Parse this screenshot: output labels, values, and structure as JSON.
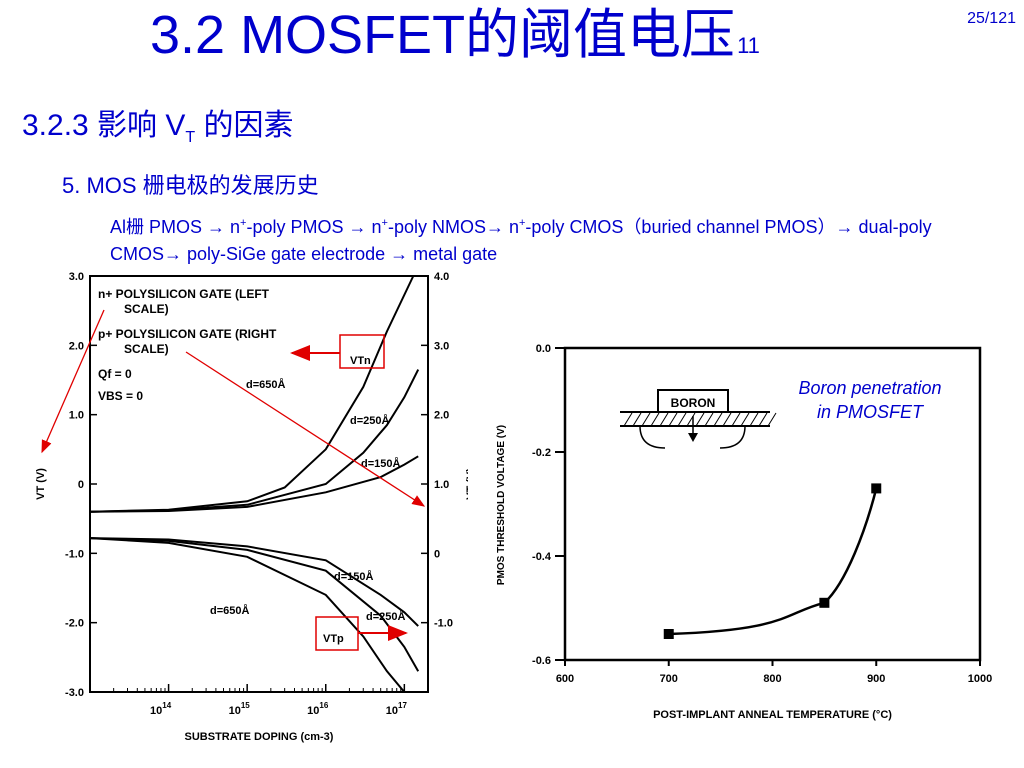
{
  "slide": {
    "title": "3.2  MOSFET的阈值电压",
    "title_sup": "11",
    "page_number": "25/121",
    "subtitle_pre": "3.2.3  影响 V",
    "subtitle_sub": "T",
    "subtitle_post": " 的因素",
    "item": "5. MOS 栅电极的发展历史",
    "body_parts": [
      "Al栅 PMOS ",
      "→",
      " n",
      "+",
      "-poly PMOS ",
      "→",
      " n",
      "+",
      "-poly NMOS",
      "→",
      " n",
      "+",
      "-poly CMOS（buried channel PMOS）",
      "→",
      " dual-poly CMOS",
      "→",
      " poly-SiGe gate electrode ",
      "→",
      " metal gate"
    ],
    "note_line1": "Boron penetration",
    "note_line2": "in PMOSFET"
  },
  "colors": {
    "accent": "#0000cc",
    "arrow": "#e00000",
    "curve": "#000000"
  },
  "left_figure": {
    "legend": [
      "n+ POLYSILICON GATE (LEFT",
      "SCALE)",
      "p+ POLYSILICON GATE (RIGHT",
      "SCALE)",
      "Qf = 0",
      "VBS = 0"
    ],
    "xlabel": "SUBSTRATE DOPING (cm-3)",
    "ylabel_left": "VT (V)",
    "ylabel_right": "VT (V)",
    "labels": {
      "vtn": "VTn",
      "vtp": "VTp",
      "d650a": "d=650Å",
      "d250a": "d=250Å",
      "d150a": "d=150Å",
      "d150b": "d=150Å",
      "d650b": "d=650Å",
      "d250b": "d=250Å"
    }
  },
  "chart_data": [
    {
      "type": "line",
      "title": "",
      "xlabel": "SUBSTRATE DOPING (cm-3)",
      "ylabel": "VT (V)",
      "xscale": "log",
      "xlim": [
        10000000000000.0,
        2e+17
      ],
      "ylim": [
        -3.0,
        3.0
      ],
      "ylim_right": [
        -2.0,
        4.0
      ],
      "x_ticks": [
        "10^14",
        "10^15",
        "10^16",
        "10^17"
      ],
      "y_ticks_left": [
        "3.0",
        "2.0",
        "1.0",
        "0",
        "-1.0",
        "-2.0",
        "-3.0"
      ],
      "y_ticks_right": [
        "4.0",
        "3.0",
        "2.0",
        "1.0",
        "0",
        "-1.0"
      ],
      "series": [
        {
          "name": "d=650Å",
          "axis": "left",
          "x": [
            10000000000000.0,
            100000000000000.0,
            1000000000000000.0,
            3000000000000000.0,
            1e+16,
            3e+16,
            6e+16,
            1.3e+17
          ],
          "y": [
            -0.4,
            -0.37,
            -0.25,
            -0.05,
            0.5,
            1.4,
            2.2,
            3.0
          ]
        },
        {
          "name": "d=250Å",
          "axis": "left",
          "x": [
            10000000000000.0,
            100000000000000.0,
            1000000000000000.0,
            1e+16,
            3e+16,
            6e+16,
            1e+17,
            1.5e+17
          ],
          "y": [
            -0.4,
            -0.38,
            -0.3,
            0.0,
            0.45,
            0.85,
            1.25,
            1.65
          ]
        },
        {
          "name": "d=150Å",
          "axis": "left",
          "x": [
            10000000000000.0,
            100000000000000.0,
            1000000000000000.0,
            1e+16,
            5e+16,
            1e+17,
            1.5e+17
          ],
          "y": [
            -0.4,
            -0.39,
            -0.33,
            -0.12,
            0.1,
            0.28,
            0.4
          ]
        },
        {
          "name": "d=150Å",
          "axis": "left",
          "x": [
            10000000000000.0,
            100000000000000.0,
            1000000000000000.0,
            1e+16,
            5e+16,
            1e+17,
            1.5e+17
          ],
          "y": [
            -0.78,
            -0.8,
            -0.9,
            -1.1,
            -1.6,
            -1.85,
            -2.05
          ]
        },
        {
          "name": "d=250Å",
          "axis": "left",
          "x": [
            10000000000000.0,
            100000000000000.0,
            1000000000000000.0,
            1e+16,
            5e+16,
            1e+17,
            1.5e+17
          ],
          "y": [
            -0.78,
            -0.82,
            -0.95,
            -1.25,
            -1.9,
            -2.35,
            -2.7
          ]
        },
        {
          "name": "d=650Å",
          "axis": "left",
          "x": [
            10000000000000.0,
            100000000000000.0,
            1000000000000000.0,
            1e+16,
            3e+16,
            6e+16,
            1e+17
          ],
          "y": [
            -0.78,
            -0.85,
            -1.05,
            -1.6,
            -2.2,
            -2.7,
            -3.0
          ]
        }
      ]
    },
    {
      "type": "line",
      "title": "",
      "xlabel": "POST-IMPLANT ANNEAL TEMPERATURE (°C)",
      "ylabel": "PMOS THRESHOLD VOLTAGE (V)",
      "xlim": [
        600,
        1000
      ],
      "ylim": [
        -0.6,
        0.0
      ],
      "x_ticks": [
        "600",
        "700",
        "800",
        "900",
        "1000"
      ],
      "y_ticks": [
        "0.0",
        "-0.2",
        "-0.4",
        "-0.6"
      ],
      "inset_label": "BORON",
      "series": [
        {
          "x": [
            700,
            850,
            900
          ],
          "y": [
            -0.55,
            -0.49,
            -0.27
          ]
        }
      ]
    }
  ]
}
